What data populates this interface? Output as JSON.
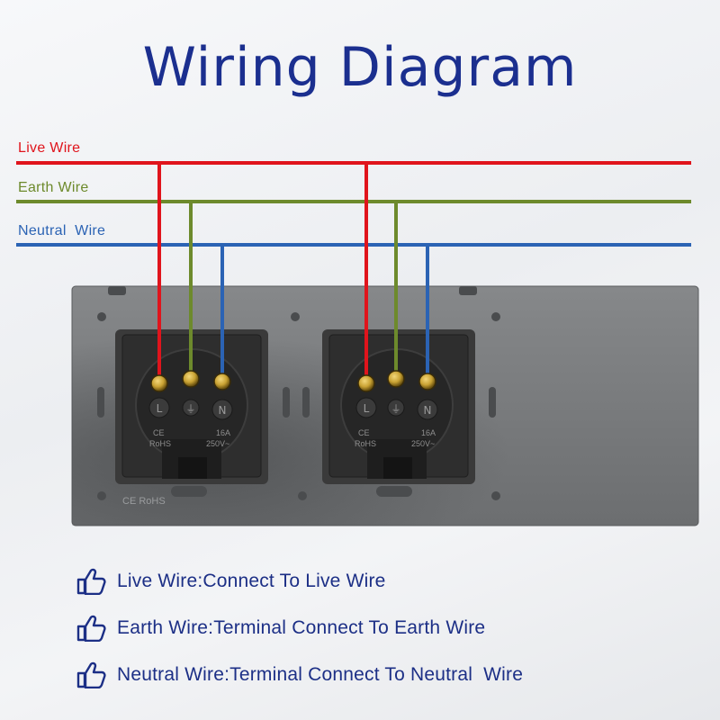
{
  "title": "Wiring Diagram",
  "wires": [
    {
      "label": "Live Wire",
      "color": "#e0141c"
    },
    {
      "label": "Earth Wire",
      "color": "#6d8a2c"
    },
    {
      "label": "Neutral  Wire",
      "color": "#2b63b4"
    }
  ],
  "sockets": [
    {
      "terminals": [
        "L",
        "⏚",
        "N"
      ],
      "rating": [
        "16A",
        "250V~"
      ],
      "marks": [
        "CE",
        "RoHS"
      ]
    },
    {
      "terminals": [
        "L",
        "⏚",
        "N"
      ],
      "rating": [
        "16A",
        "250V~"
      ],
      "marks": [
        "CE",
        "RoHS"
      ]
    }
  ],
  "plate_marks": "CE RoHS",
  "legend": [
    {
      "icon": "thumbs-up-icon",
      "text": "Live Wire:Connect To Live Wire"
    },
    {
      "icon": "thumbs-up-icon",
      "text": "Earth Wire:Terminal Connect To Earth Wire"
    },
    {
      "icon": "thumbs-up-icon",
      "text": "Neutral Wire:Terminal Connect To Neutral  Wire"
    }
  ],
  "colors": {
    "title": "#1b2f8f",
    "legend_text": "#1c2f86",
    "plate": "#77797a",
    "socket_body": "#2e2e2e",
    "terminal": "#c9a233"
  }
}
